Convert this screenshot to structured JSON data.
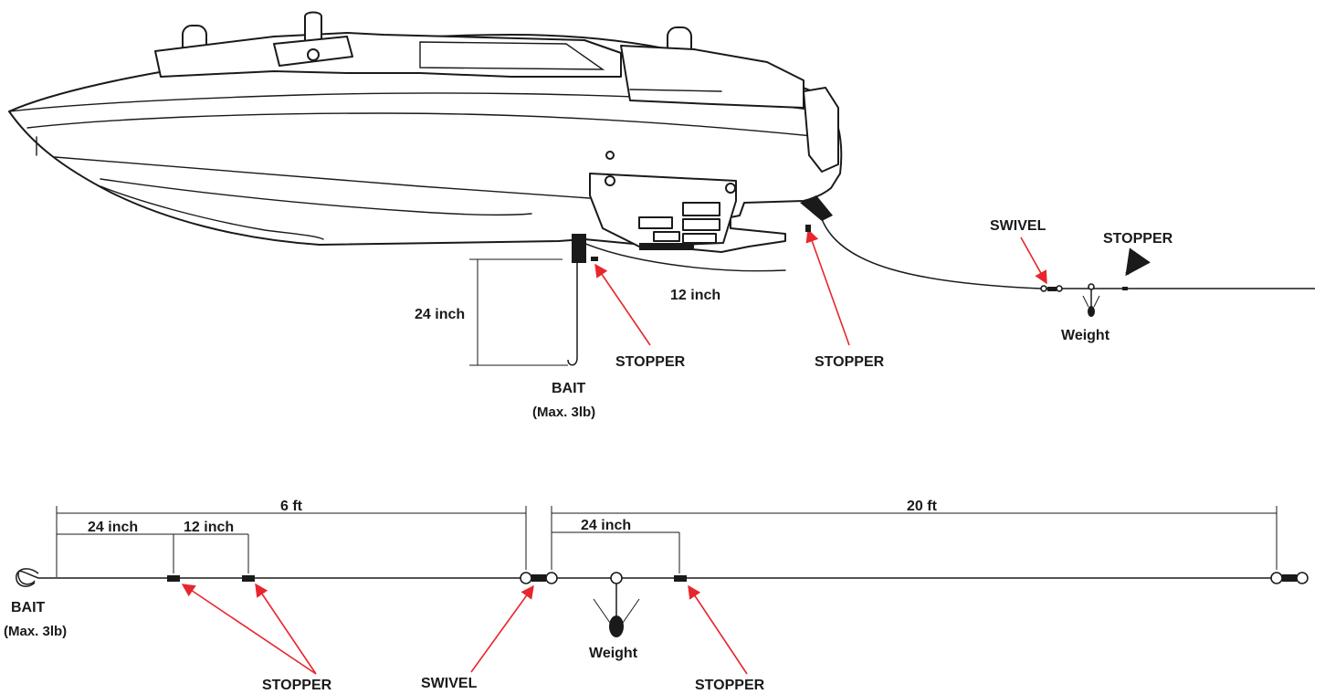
{
  "top_diagram": {
    "label_24_inch": "24 inch",
    "label_12_inch": "12 inch",
    "bait": "BAIT",
    "bait_max": "(Max. 3lb)",
    "stopper_left": "STOPPER",
    "stopper_mid": "STOPPER",
    "swivel": "SWIVEL",
    "stopper_right": "STOPPER",
    "weight": "Weight"
  },
  "bottom_diagram": {
    "dim_6_ft": "6 ft",
    "dim_24_inch_a": "24 inch",
    "dim_12_inch": "12 inch",
    "dim_20_ft": "20 ft",
    "dim_24_inch_b": "24 inch",
    "bait": "BAIT",
    "bait_max": "(Max. 3lb)",
    "stopper_left": "STOPPER",
    "swivel": "SWIVEL",
    "weight": "Weight",
    "stopper_right": "STOPPER"
  },
  "colors": {
    "arrow": "#e8262d",
    "ink": "#1a1a1a"
  }
}
